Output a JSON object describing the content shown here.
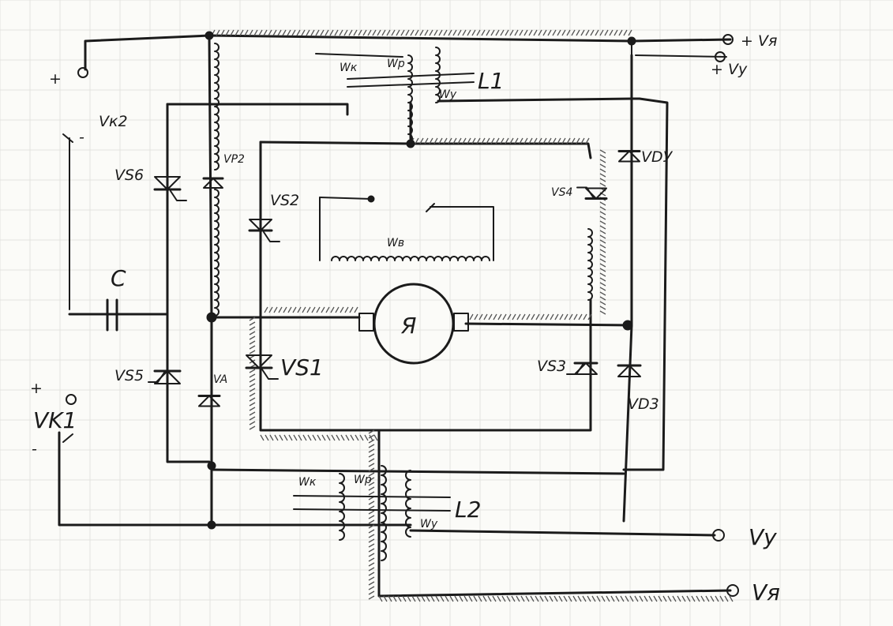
{
  "labels": {
    "v_ya_top": "+ Vя",
    "v_y_top": "+ Vy",
    "plus_top_left": "+",
    "v_k2": "Vк2",
    "minus_k2": "-",
    "wk_top": "Wк",
    "wp_top": "Wр",
    "l1": "L1",
    "wy_top": "Wу",
    "vp2": "VP2",
    "vs6": "VS6",
    "vs2": "VS2",
    "vs4": "VS4",
    "vdy": "VDУ",
    "wv": "Wв",
    "cap": "C",
    "motor": "Я",
    "vs5": "VS5",
    "vs1": "VS1",
    "va": "VA",
    "vs3": "VS3",
    "vd3": "VD3",
    "plus_k1": "+",
    "v_k1": "VK1",
    "minus_k1": "-",
    "wk_bot": "Wк",
    "wp_bot": "Wр",
    "l2": "L2",
    "wy_bot": "Wу",
    "v_y_bot": "Vy",
    "v_ya_bot": "Vя"
  }
}
